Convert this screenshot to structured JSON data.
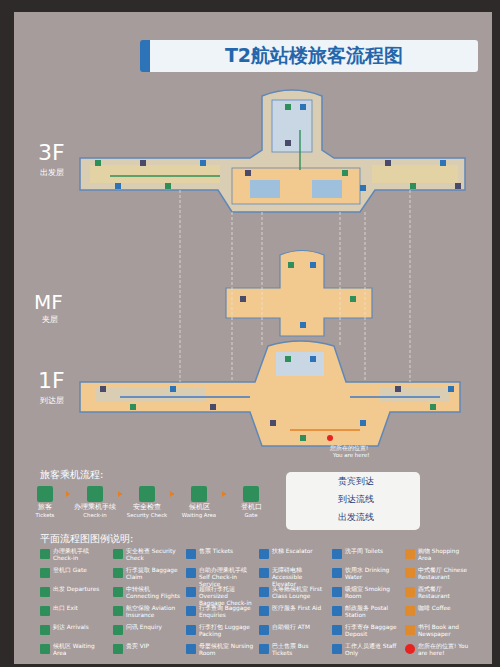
{
  "diagram": {
    "title": "T2航站楼旅客流程图",
    "nodes": [
      {
        "text": [
          "旅客",
          "Tickets"
        ]
      },
      {
        "text": [
          "办理乘机手续",
          "Check-in"
        ]
      },
      {
        "text": [
          "安全检查",
          "Security Check"
        ]
      },
      {
        "text": [
          "候机区",
          "Waiting Area"
        ]
      },
      {
        "text": [
          "登机口",
          "Gate"
        ]
      }
    ],
    "edges": [
      {
        "from": 0,
        "to": 1,
        "arrow": "to"
      },
      {
        "from": 1,
        "to": 2,
        "arrow": "to"
      },
      {
        "from": 2,
        "to": 3,
        "arrow": "to"
      },
      {
        "from": 3,
        "to": 4,
        "arrow": "to"
      }
    ],
    "labels": [
      "3F",
      "出发层",
      "MF",
      "夹层",
      "1F",
      "到达层",
      "您所在的位置!",
      "You are here!",
      "旅客乘机流程:",
      "平面流程图图例说明:"
    ],
    "legend": [
      {
        "text": "贵宾到达"
      },
      {
        "text": "到达流线"
      },
      {
        "text": "出发流线"
      },
      {
        "text": "办理乘机手续 Check-in"
      },
      {
        "text": "安全检查 Security Check"
      },
      {
        "text": "售票 Tickets"
      },
      {
        "text": "扶梯 Escalator"
      },
      {
        "text": "洗手间 Toilets"
      },
      {
        "text": "购物 Shopping Area"
      },
      {
        "text": "登机口 Gate"
      },
      {
        "text": "行李提取 Baggage Claim"
      },
      {
        "text": "自助办理乘机手续 Self Check-in Service"
      },
      {
        "text": "无障碍电梯 Accessible Elevator"
      },
      {
        "text": "饮用水 Drinking Water"
      },
      {
        "text": "中式餐厅 Chinese Restaurant"
      },
      {
        "text": "出发 Departures"
      },
      {
        "text": "中转候机 Connecting Flights"
      },
      {
        "text": "超限行李托运 Oversized Baggage Check-in"
      },
      {
        "text": "头等舱候机室 First Class Lounge"
      },
      {
        "text": "吸烟室 Smoking Room"
      },
      {
        "text": "西式餐厅 Restaurant"
      },
      {
        "text": "出口 Exit"
      },
      {
        "text": "航空保险 Aviation Insurance"
      },
      {
        "text": "行李查询 Baggage Enquiries"
      },
      {
        "text": "医疗服务 First Aid"
      },
      {
        "text": "邮政服务 Postal Station"
      },
      {
        "text": "咖啡 Coffee"
      },
      {
        "text": "到达 Arrivals"
      },
      {
        "text": "问讯 Enquiry"
      },
      {
        "text": "行李打包 Luggage Packing"
      },
      {
        "text": "自助银行 ATM"
      },
      {
        "text": "行李寄存 Baggage Deposit"
      },
      {
        "text": "书刊 Book and Newspaper"
      },
      {
        "text": "候机区 Waiting Area"
      },
      {
        "text": "贵宾 VIP"
      },
      {
        "text": "母婴候机室 Nursing Room"
      },
      {
        "text": "巴士售票 Bus Tickets"
      },
      {
        "text": "工作人员通道 Staff Only"
      },
      {
        "text": "您所在的位置! You are here!"
      }
    ]
  }
}
